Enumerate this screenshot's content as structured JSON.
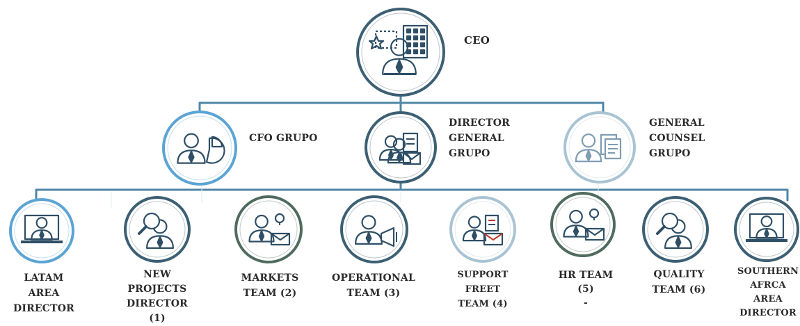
{
  "accent_colors": {
    "line": "#4f86a6",
    "ring_dark": "#3c5f73",
    "ring_blue": "#5ba4d4",
    "ring_light": "#a9c3d2",
    "ring_green": "#4f6b5e",
    "icon_dark": "#2f4f66",
    "icon_light": "#7e9cb2"
  },
  "nodes": {
    "ceo": {
      "icon": "executive-building-icon",
      "lines": [
        "CEO"
      ]
    },
    "cfo": {
      "icon": "finance-pie-chart-icon",
      "lines": [
        "CFO GRUPO"
      ]
    },
    "director_general": {
      "icon": "team-documents-icon",
      "lines": [
        "DIRECTOR",
        "GENERAL",
        "GRUPO"
      ]
    },
    "general_counsel": {
      "icon": "legal-documents-icon",
      "lines": [
        "GENERAL",
        "COUNSEL",
        "GRUPO"
      ]
    },
    "latam": {
      "icon": "presenter-screen-icon",
      "lines": [
        "LATAM",
        "AREA",
        "DIRECTOR"
      ]
    },
    "new_projects": {
      "icon": "magnifier-person-icon",
      "lines": [
        "NEW",
        "PROJECTS",
        "DIRECTOR",
        "(1)"
      ]
    },
    "markets": {
      "icon": "idea-team-icon",
      "lines": [
        "MARKETS",
        "TEAM (2)"
      ]
    },
    "operational": {
      "icon": "megaphone-person-icon",
      "lines": [
        "OPERATIONAL",
        "TEAM (3)"
      ]
    },
    "support": {
      "icon": "support-team-icon",
      "lines": [
        "SUPPORT",
        "FREET",
        "TEAM (4)"
      ]
    },
    "hr": {
      "icon": "hr-team-icon",
      "lines": [
        "HR TEAM",
        "(5)",
        "-"
      ]
    },
    "quality": {
      "icon": "quality-magnifier-icon",
      "lines": [
        "QUALITY",
        "TEAM  (6)"
      ]
    },
    "southern_africa": {
      "icon": "presenter-screen-icon",
      "lines": [
        "SOUTHERN",
        "AFRCA",
        "AREA",
        "DIRECTOR"
      ]
    }
  }
}
